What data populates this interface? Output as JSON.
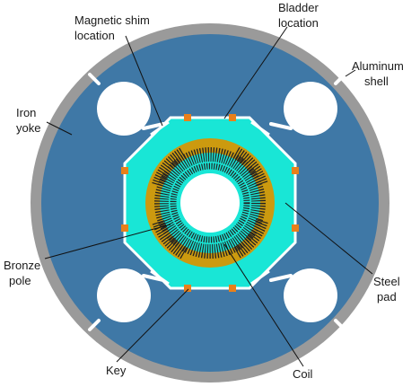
{
  "labels": {
    "magnetic_shim_line1": "Magnetic shim",
    "magnetic_shim_line2": "location",
    "bladder_line1": "Bladder",
    "bladder_line2": "location",
    "aluminum_line1": "Aluminum",
    "aluminum_line2": "shell",
    "iron_line1": "Iron",
    "iron_line2": "yoke",
    "bronze_line1": "Bronze",
    "bronze_line2": "pole",
    "steel_line1": "Steel",
    "steel_line2": "pad",
    "key": "Key",
    "coil": "Coil"
  },
  "colors": {
    "aluminum_shell": "#9a9a9a",
    "iron_yoke": "#3f78a6",
    "steel_pad": "#19e6d6",
    "bronze_pole": "#cc9a0f",
    "coil": "#222222",
    "bore": "#ffffff",
    "key": "#e8801a"
  }
}
